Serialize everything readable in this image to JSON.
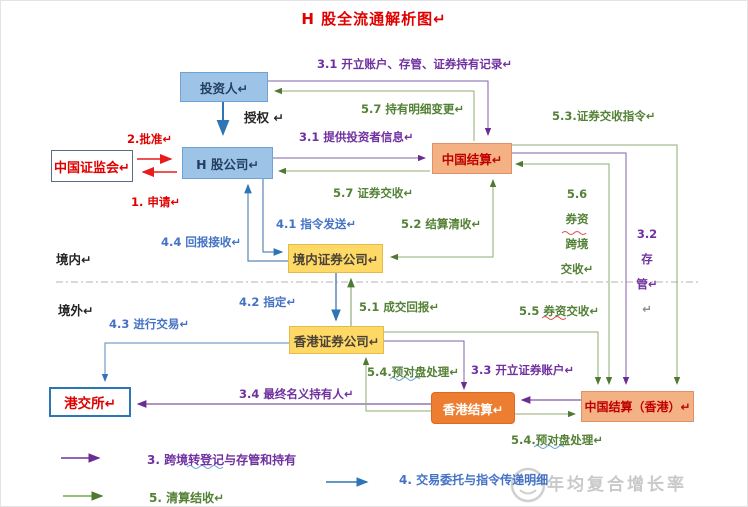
{
  "title": "H 股全流通解析图↵",
  "boxes": {
    "investor": "投资人↵",
    "csrc": "中国证监会↵",
    "h_company": "H 股公司↵",
    "china_clear": "中国结算↵",
    "domestic_securities": "境内证券公司↵",
    "hk_securities": "香港证券公司↵",
    "hkex": "港交所↵",
    "hk_clear": "香港结算↵",
    "china_clear_hk": "中国结算（香港）↵"
  },
  "regions": {
    "inside": "境内↵",
    "outside": "境外↵"
  },
  "labels": {
    "authorize": "授权 ↵",
    "approve": "2.批准↵",
    "apply": "1. 申请↵",
    "open_account": "3.1 开立账户、存管、证券持有记录↵",
    "holding_detail_change": "5.7 持有明细变更↵",
    "provide_investor_info": "3.1 提供投资者信息↵",
    "securities_settlement": "5.7 证券交收↵",
    "order_send": "4.1 指令发送↵",
    "report_receive": "4.4 回报接收↵",
    "clearing_settlement": "5.2 结算清收↵",
    "settlement_order": "5.3.证券交收指令↵",
    "designate": "4.2 指定↵",
    "trade_report": "5.1 成交回报↵",
    "do_trade": "4.3 进行交易↵",
    "fund_securities_settle": "5.5 券资交收↵",
    "prematch_upper": "5.4.预对盘处理↵",
    "open_securities_account": "3.3 开立证券账户↵",
    "final_nominee": "3.4 最终名义持有人↵",
    "prematch_lower": "5.4.预对盘处理↵"
  },
  "vertical_labels": {
    "cross_border_settle": [
      "5.6",
      "券资",
      "跨境",
      "交收↵"
    ],
    "custody": [
      "3.2",
      "存",
      "管↵",
      "↵"
    ]
  },
  "legend": {
    "item3": "3. 跨境转登记与存管和持有",
    "item4": "4. 交易委托与指令传递明细",
    "item5": "5. 清算结收↵"
  },
  "watermark": "年均复合增长率",
  "colors": {
    "series3_purple": "#7030a0",
    "series4_blue": "#2e75b6",
    "series5_green": "#538135",
    "red_flow": "#e81c1c",
    "box_blue": "#9dc3e6",
    "box_yellow": "#ffd966",
    "box_salmon": "#f4b183",
    "box_orange": "#ed7d31"
  }
}
